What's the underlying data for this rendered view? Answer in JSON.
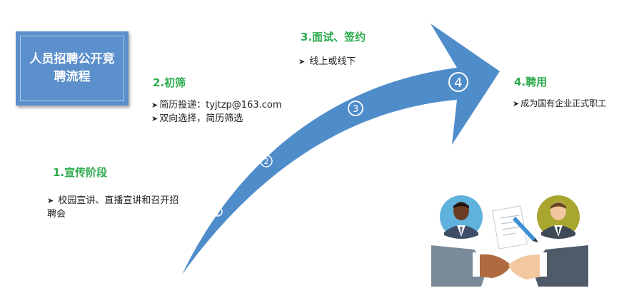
{
  "title": "人员招聘公开竞聘流程",
  "stages": [
    {
      "number": "1",
      "title": "1.宣传阶段",
      "lines": [
        "校园宣讲、直播宣讲和召开招",
        "聘会"
      ]
    },
    {
      "number": "2",
      "title": "2.初筛",
      "lines": [
        "简历投递：tyjtzp@163.com",
        "双向选择，简历筛选"
      ]
    },
    {
      "number": "3",
      "title": "3.面试、签约",
      "lines": [
        "线上或线下"
      ]
    },
    {
      "number": "4",
      "title": "4.聘用",
      "lines": [
        "成为国有企业正式职工"
      ]
    }
  ],
  "bullet_glyph": "➤",
  "colors": {
    "arrow": "#4f8cca",
    "stage_title": "#2bab4c",
    "title_box": "#5b90cc"
  },
  "illustration": {
    "description_icons": [
      "businessman-avatar-icon",
      "contract-document-icon",
      "handshake-icon"
    ]
  }
}
